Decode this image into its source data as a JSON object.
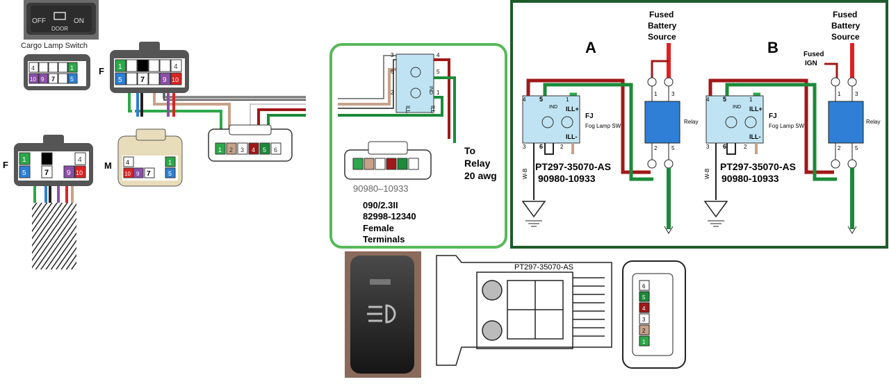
{
  "switch_photo": {
    "off": "OFF",
    "on": "ON",
    "door": "DOOR",
    "caption": "Cargo Lamp Switch"
  },
  "connectors": {
    "f_top": {
      "label": "F",
      "pins_top": [
        "1",
        "4"
      ],
      "pins_bottom": [
        "5",
        "10"
      ],
      "mid": [
        "7",
        "9"
      ]
    },
    "f_left": {
      "label": "F",
      "pins_top": [
        "1",
        "4"
      ],
      "pins_bottom": [
        "5",
        "10"
      ],
      "mid": [
        "7",
        "9"
      ]
    },
    "m": {
      "label": "M",
      "pins_top": [
        "4",
        "1"
      ],
      "pins_bottom": [
        "10",
        "9",
        "7",
        "5"
      ]
    },
    "small_left": {
      "pins_top": [
        "4",
        "1"
      ],
      "pins_bottom": [
        "10",
        "9",
        "7",
        "5"
      ]
    },
    "relay_plug": {
      "pins": [
        "1",
        "2",
        "3",
        "4",
        "5",
        "6"
      ]
    }
  },
  "green_panel": {
    "pins_left": [
      "3",
      "6",
      "2"
    ],
    "pins_right": [
      "4",
      "5",
      "1"
    ],
    "ind": "IND",
    "ill_plus": "ILL+",
    "ill_minus": "ILL-",
    "to_relay": [
      "To",
      "Relay",
      "20 awg"
    ],
    "part_number": "90980–10933",
    "terminal_lines": [
      "090/2.3II",
      "82998-12340",
      "Female",
      "Terminals"
    ]
  },
  "schematic": {
    "a": {
      "title": "A",
      "fused_battery": [
        "Fused",
        "Battery",
        "Source"
      ],
      "fj": "FJ",
      "fog_lamp": "Fog Lamp SW",
      "ind": "IND",
      "ill_plus": "ILL+",
      "ill_minus": "ILL-",
      "relay": "Relay",
      "wb": "W-B",
      "part1": "PT297-35070-AS",
      "part2": "90980-10933",
      "sw_pins_top": [
        "4",
        "5",
        "1"
      ],
      "sw_pins_bottom": [
        "3",
        "6",
        "2"
      ],
      "relay_pins_top": [
        "1",
        "3"
      ],
      "relay_pins_bottom": [
        "2",
        "5"
      ]
    },
    "b": {
      "title": "B",
      "fused_battery": [
        "Fused",
        "Battery",
        "Source"
      ],
      "fused_ign": [
        "Fused",
        "IGN"
      ],
      "fj": "FJ",
      "fog_lamp": "Fog Lamp SW",
      "ind": "IND",
      "ill_plus": "ILL+",
      "ill_minus": "ILL-",
      "relay": "Relay",
      "wb": "W-B",
      "part1": "PT297-35070-AS",
      "part2": "90980-10933",
      "sw_pins_top": [
        "4",
        "5",
        "1"
      ],
      "sw_pins_bottom": [
        "3",
        "6",
        "2"
      ],
      "relay_pins_top": [
        "1",
        "3"
      ],
      "relay_pins_bottom": [
        "2",
        "5"
      ]
    }
  },
  "drawing": {
    "label": "PT297-35070-AS",
    "pins": [
      "6",
      "5",
      "4",
      "3",
      "2",
      "1"
    ]
  },
  "colors": {
    "green_border": "#1e5b2a",
    "panel_green": "#57b95a",
    "wire_red": "#a01818",
    "wire_green": "#1c8a3a",
    "wire_tan": "#c7a189",
    "relay_blue": "#2f7fd6",
    "switch_blue": "#bfe3f2",
    "source_red": "#e02020"
  }
}
